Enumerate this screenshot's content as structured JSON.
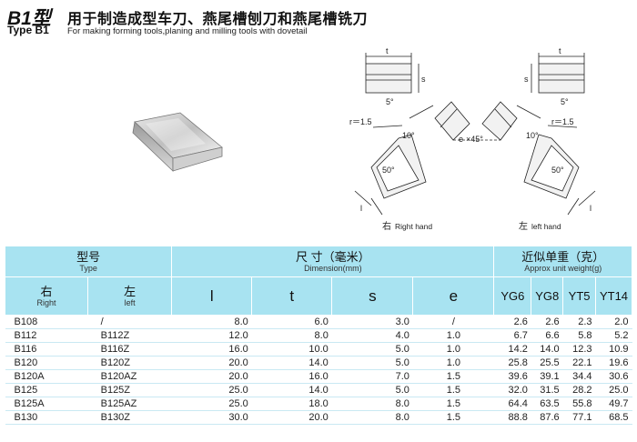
{
  "header": {
    "model": "B1型",
    "title_cn": "用于制造成型车刀、燕尾槽刨刀和燕尾槽铣刀",
    "type_label": "Type  B1",
    "title_en": "For making forming tools,planing and milling tools with dovetail"
  },
  "drawing": {
    "dim_t": "t",
    "dim_s": "s",
    "angle_5": "5°",
    "radius": "r＝1.5",
    "angle_10": "10°",
    "e_label": "e",
    "angle_45": "×45°",
    "angle_50": "50°",
    "dim_l": "l",
    "right_cn": "右",
    "right_en": "Right hand",
    "left_cn": "左",
    "left_en": "left hand"
  },
  "table": {
    "type_cn": "型号",
    "type_en": "Type",
    "dim_cn": "尺 寸（毫米）",
    "dim_en": "Dimension(mm)",
    "weight_cn": "近似单重（克）",
    "weight_en": "Approx unit weight(g)",
    "right_cn": "右",
    "right_en": "Right",
    "left_cn": "左",
    "left_en": "left",
    "col_l": "l",
    "col_t": "t",
    "col_s": "s",
    "col_e": "e",
    "col_yg6": "YG6",
    "col_yg8": "YG8",
    "col_yt5": "YT5",
    "col_yt14": "YT14",
    "rows": [
      {
        "right": "B108",
        "left": "/",
        "l": "8.0",
        "t": "6.0",
        "s": "3.0",
        "e": "/",
        "yg6": "2.6",
        "yg8": "2.6",
        "yt5": "2.3",
        "yt14": "2.0"
      },
      {
        "right": "B112",
        "left": "B112Z",
        "l": "12.0",
        "t": "8.0",
        "s": "4.0",
        "e": "1.0",
        "yg6": "6.7",
        "yg8": "6.6",
        "yt5": "5.8",
        "yt14": "5.2"
      },
      {
        "right": "B116",
        "left": "B116Z",
        "l": "16.0",
        "t": "10.0",
        "s": "5.0",
        "e": "1.0",
        "yg6": "14.2",
        "yg8": "14.0",
        "yt5": "12.3",
        "yt14": "10.9"
      },
      {
        "right": "B120",
        "left": "B120Z",
        "l": "20.0",
        "t": "14.0",
        "s": "5.0",
        "e": "1.0",
        "yg6": "25.8",
        "yg8": "25.5",
        "yt5": "22.1",
        "yt14": "19.6"
      },
      {
        "right": "B120A",
        "left": "B120AZ",
        "l": "20.0",
        "t": "16.0",
        "s": "7.0",
        "e": "1.5",
        "yg6": "39.6",
        "yg8": "39.1",
        "yt5": "34.4",
        "yt14": "30.6"
      },
      {
        "right": "B125",
        "left": "B125Z",
        "l": "25.0",
        "t": "14.0",
        "s": "5.0",
        "e": "1.5",
        "yg6": "32.0",
        "yg8": "31.5",
        "yt5": "28.2",
        "yt14": "25.0"
      },
      {
        "right": "B125A",
        "left": "B125AZ",
        "l": "25.0",
        "t": "18.0",
        "s": "8.0",
        "e": "1.5",
        "yg6": "64.4",
        "yg8": "63.5",
        "yt5": "55.8",
        "yt14": "49.7"
      },
      {
        "right": "B130",
        "left": "B130Z",
        "l": "30.0",
        "t": "20.0",
        "s": "8.0",
        "e": "1.5",
        "yg6": "88.8",
        "yg8": "87.6",
        "yt5": "77.1",
        "yt14": "68.5"
      }
    ]
  }
}
